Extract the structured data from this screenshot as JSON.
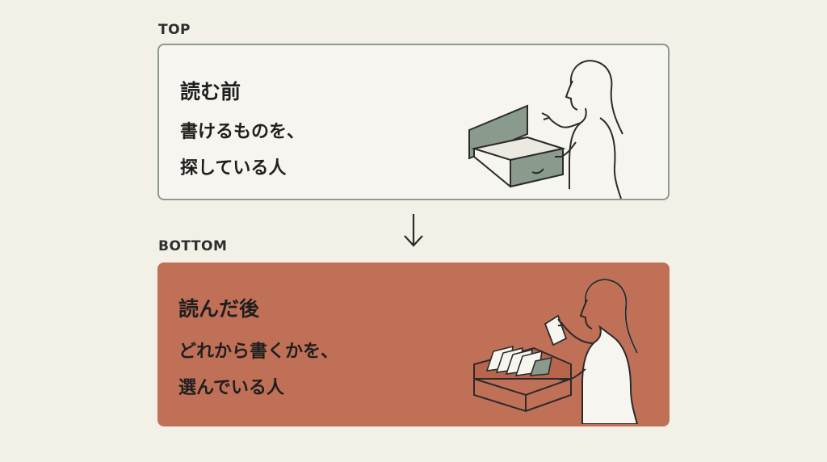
{
  "top": {
    "label": "TOP",
    "title": "読む前",
    "lines": [
      "書けるものを、",
      "探している人"
    ]
  },
  "bottom": {
    "label": "BOTTOM",
    "title": "読んだ後",
    "lines": [
      "どれから書くかを、",
      "選んでいる人"
    ]
  },
  "colors": {
    "background": "#f3f0e8",
    "top_panel_border": "#8f998e",
    "bottom_panel_fill": "#c07056",
    "drawer_accent": "#8a9a8c"
  },
  "icons": {
    "top_illustration": "person-opening-empty-drawer",
    "bottom_illustration": "person-selecting-cards-from-box",
    "flow_arrow": "down-arrow-icon"
  }
}
